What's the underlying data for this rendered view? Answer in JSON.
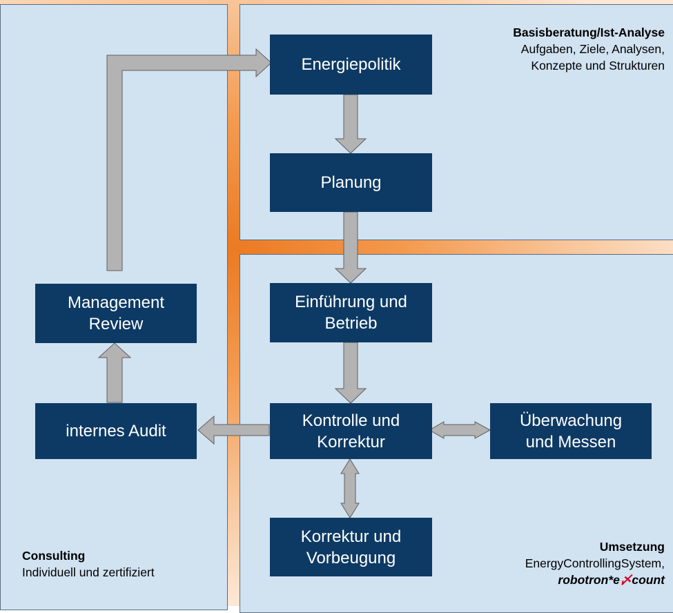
{
  "regions": {
    "basis": {
      "title": "Basisberatung/Ist-Analyse",
      "line1": "Aufgaben, Ziele, Analysen,",
      "line2": "Konzepte und Strukturen"
    },
    "umsetzung": {
      "title": "Umsetzung",
      "line1": "EnergyControllingSystem,",
      "brand_a": "robotron*e",
      "brand_mark": "〆",
      "brand_b": "count"
    },
    "consulting": {
      "title": "Consulting",
      "line1": "Individuell und zertifiziert"
    }
  },
  "nodes": {
    "energiepolitik": "Energiepolitik",
    "planung": "Planung",
    "einfuehrung": "Einführung und\nBetrieb",
    "kontrolle": "Kontrolle und\nKorrektur",
    "ueberwachung": "Überwachung\nund Messen",
    "korrektur": "Korrektur und\nVorbeugung",
    "management_review": "Management\nReview",
    "internes_audit": "internes Audit"
  },
  "colors": {
    "node_fill": "#0d3a64",
    "panel_fill": "#d1e2f1",
    "arrow_fill": "#b3b3b3",
    "separator": "#ec7a23",
    "brand_red": "#d4001b"
  }
}
